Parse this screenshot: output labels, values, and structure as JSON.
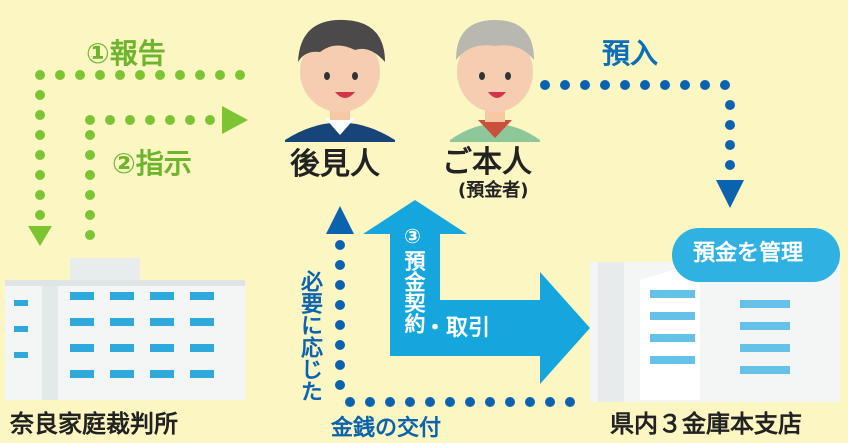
{
  "labels": {
    "report": "①報告",
    "instruct": "②指示",
    "deposit": "預入",
    "guardian": "後見人",
    "principal": "ご本人",
    "principal_sub": "(預金者)",
    "contract_num": "③",
    "contract_vertical": "預金契約",
    "contract_horizontal": "・取引",
    "money_vertical": "必要に応じた",
    "money_horizontal": "金銭の交付",
    "court": "奈良家庭裁判所",
    "bank": "県内３金庫本支店",
    "manage": "預金を管理"
  },
  "colors": {
    "background": "#fbf6c2",
    "green": "#7dc433",
    "blue": "#0b63b0",
    "cyan": "#14a6dc",
    "bubble": "#2fb2e2"
  },
  "icons": [
    "guardian-person-icon",
    "principal-elderly-person-icon",
    "court-building-icon",
    "bank-building-icon"
  ]
}
